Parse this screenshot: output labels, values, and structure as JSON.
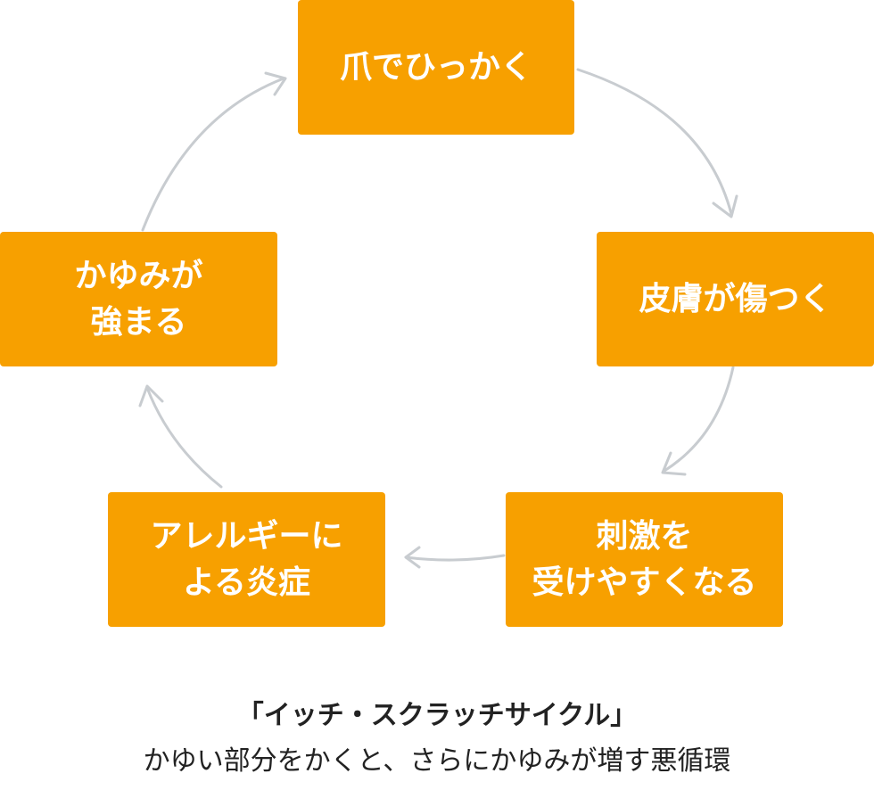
{
  "boxes": {
    "scratch": [
      "爪でひっかく"
    ],
    "skin_damaged": [
      "皮膚が傷つく"
    ],
    "stimulus": [
      "刺激を",
      "受けやすくなる"
    ],
    "allergy": [
      "アレルギーに",
      "よる炎症"
    ],
    "itch_stronger": [
      "かゆみが",
      "強まる"
    ]
  },
  "caption": {
    "title": "「イッチ・スクラッチサイクル」",
    "subtitle": "かゆい部分をかくと、さらにかゆみが増す悪循環"
  },
  "colors": {
    "box_fill": "#F7A000",
    "box_text": "#FFFFFF",
    "arrow": "#C8CCD0",
    "caption_text": "#222222"
  }
}
